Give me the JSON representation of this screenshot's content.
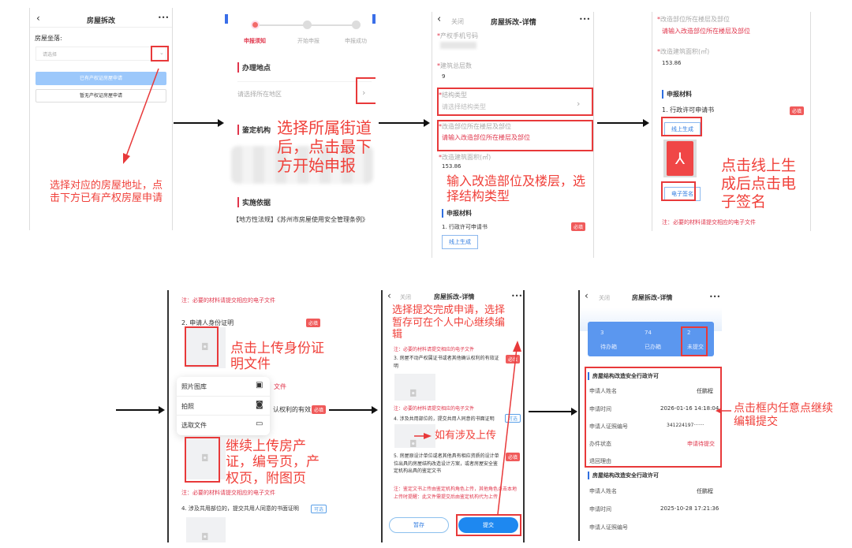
{
  "p1": {
    "title": "房屋拆改",
    "more": "•••",
    "label": "房屋坐落:",
    "placeholder": "请选择",
    "btn_yes": "已有产权证房屋申请",
    "btn_no": "暂无产权证房屋申请",
    "note": "选择对应的房屋地址，点击下方已有产权房屋申请"
  },
  "p2": {
    "steps": [
      "申报须知",
      "开始申报",
      "申报成功"
    ],
    "sec1": "办理地点",
    "select": "请选择所在地区",
    "sec2": "鉴定机构",
    "sec3": "实施依据",
    "law": "【地方性法规】《苏州市房屋使用安全管理条例》",
    "note": "选择所属街道后，点击最下方开始申报"
  },
  "p3": {
    "back": "关闭",
    "title": "房屋拆改-详情",
    "more": "•••",
    "f1": "产权手机号码",
    "f2": "建筑总层数",
    "f2v": "9",
    "f3": "结构类型",
    "f3p": "请选择结构类型",
    "f4": "改造部位所在楼层及部位",
    "f4p": "请输入改造部位所在楼层及部位",
    "f5": "改造建筑面积(㎡)",
    "f5v": "153.86",
    "sec": "申报材料",
    "item": "1. 行政许可申请书",
    "req": "必填",
    "gen": "线上生成",
    "note": "输入改造部位及楼层，选择结构类型"
  },
  "p4": {
    "f4": "改造部位所在楼层及部位",
    "f4p": "请输入改造部位所在楼层及部位",
    "f5": "改造建筑面积(㎡)",
    "f5v": "153.86",
    "sec": "申报材料",
    "item": "1. 行政许可申请书",
    "req": "必填",
    "gen": "线上生成",
    "sign": "电子签名",
    "foot": "注：必要的材料请提交相应的电子文件",
    "note": "点击线上生成后点击电子签名"
  },
  "p5": {
    "n1": "注：必要的材料请提交相应的电子文件",
    "item2": "2. 申请人身份证明",
    "req": "必填",
    "menu": [
      "照片图库",
      "拍照",
      "选取文件"
    ],
    "hidden1": "文件",
    "hidden2": "认权利的有效",
    "n2": "注：必要的材料请提交相应的电子文件",
    "item4": "4. 涉及共用部位的，提交共用人同意的书面证明",
    "opt": "可选",
    "note1": "点击上传身份证明文件",
    "note2": "继续上传房产证，编号页，产权页，附图页"
  },
  "p6": {
    "back": "关闭",
    "title": "房屋拆改-详情",
    "more": "•••",
    "n0": "注：必要的材料请提交相应的电子文件",
    "item3": "3. 房屋不动产权属证书或者其他确认权利的有效证明",
    "req": "必填",
    "n1": "注：必要的材料请提交相应的电子文件",
    "item4": "4. 涉及共用部位的，提交共用人同意的书面证明",
    "opt": "可选",
    "item5": "5. 房屋原设计单位或者其他具有相应资质的设计单位出具的房屋结构改造设计方案，或者房屋安全鉴定机构出具的鉴定文书",
    "n2": "注：鉴定文书上传由鉴定机构角色上传，其他角色点击本地上传时提醒：此文件需提交后由鉴定机构代为上传",
    "save": "暂存",
    "submit": "提交",
    "note1": "选择提交完成申请，选择暂存可在个人中心继续编辑",
    "note2": "如有涉及上传"
  },
  "p7": {
    "back": "关闭",
    "title": "房屋拆改-详情",
    "more": "•••",
    "stats": [
      {
        "n": "3",
        "l": "待办箱"
      },
      {
        "n": "74",
        "l": "已办箱"
      },
      {
        "n": "2",
        "l": "未提交"
      }
    ],
    "card1": {
      "title": "房屋结构改造安全行政许可",
      "name_l": "申请人姓名",
      "name": "任鹏程",
      "time_l": "申请时间",
      "time": "2026-01-16 14:18:04",
      "id_l": "申请人证照编号",
      "id": "341224197·······",
      "status_l": "办件状态",
      "status": "申请待提交",
      "reason_l": "退回理由"
    },
    "card2": {
      "title": "房屋结构改造安全行政许可",
      "name_l": "申请人姓名",
      "name": "任鹏程",
      "time_l": "申请时间",
      "time": "2025-10-28 17:21:36",
      "id_l": "申请人证照编号"
    },
    "note": "点击框内任意点继续编辑提交"
  }
}
